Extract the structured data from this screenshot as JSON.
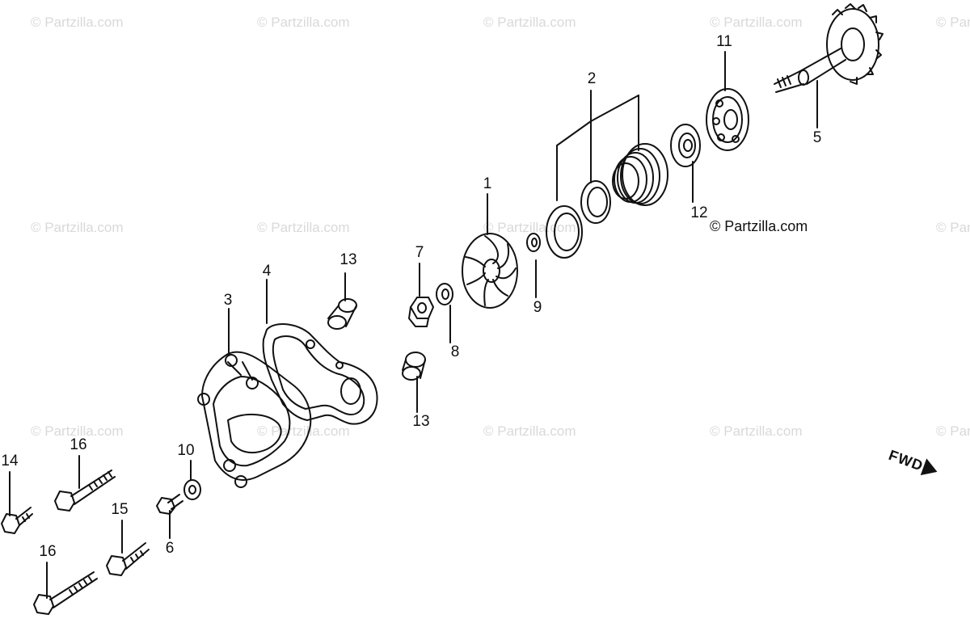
{
  "watermark": {
    "text": "© Partzilla.com"
  },
  "copyright": "© Partzilla.com",
  "direction_indicator": {
    "label": "FWD",
    "icon": "arrow-right-icon"
  },
  "callouts": {
    "c1": "1",
    "c2": "2",
    "c3": "3",
    "c4": "4",
    "c5": "5",
    "c6": "6",
    "c7": "7",
    "c8": "8",
    "c9": "9",
    "c10": "10",
    "c11": "11",
    "c12": "12",
    "c13a": "13",
    "c13b": "13",
    "c14": "14",
    "c15": "15",
    "c16a": "16",
    "c16b": "16"
  },
  "colors": {
    "line": "#111111",
    "watermark": "#d9d9d9"
  }
}
